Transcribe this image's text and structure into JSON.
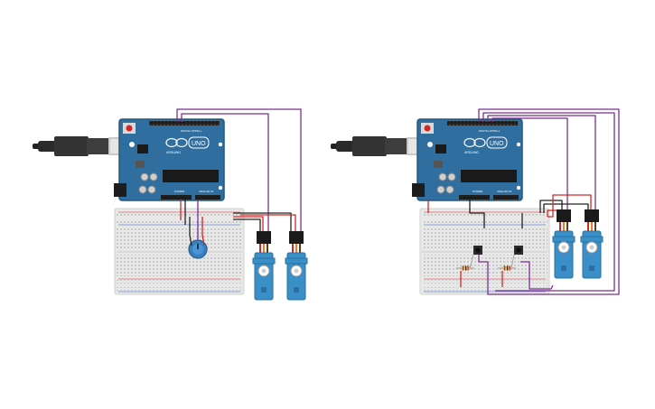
{
  "circuits": [
    {
      "id": "left",
      "board": {
        "logo_text": "UNO",
        "model_label": "ARDUINO",
        "digital_label": "DIGITAL (PWM~)",
        "power_label": "POWER",
        "analog_label": "ANALOG IN"
      },
      "components": [
        "usb-cable",
        "arduino-uno",
        "breadboard",
        "potentiometer",
        "servo",
        "servo"
      ]
    },
    {
      "id": "right",
      "board": {
        "logo_text": "UNO",
        "model_label": "ARDUINO",
        "digital_label": "DIGITAL (PWM~)",
        "power_label": "POWER",
        "analog_label": "ANALOG IN"
      },
      "components": [
        "usb-cable",
        "arduino-uno",
        "breadboard",
        "pushbutton",
        "pushbutton",
        "resistor",
        "resistor",
        "servo",
        "servo"
      ]
    }
  ],
  "colors": {
    "board": "#2f6e9e",
    "board_dark": "#24587f",
    "servo": "#3a8fc9",
    "breadboard": "#e8e8e8",
    "wire_purple": "#7b2f8e",
    "wire_red": "#d42525",
    "wire_black": "#222222",
    "pot": "#3a7fbf"
  }
}
